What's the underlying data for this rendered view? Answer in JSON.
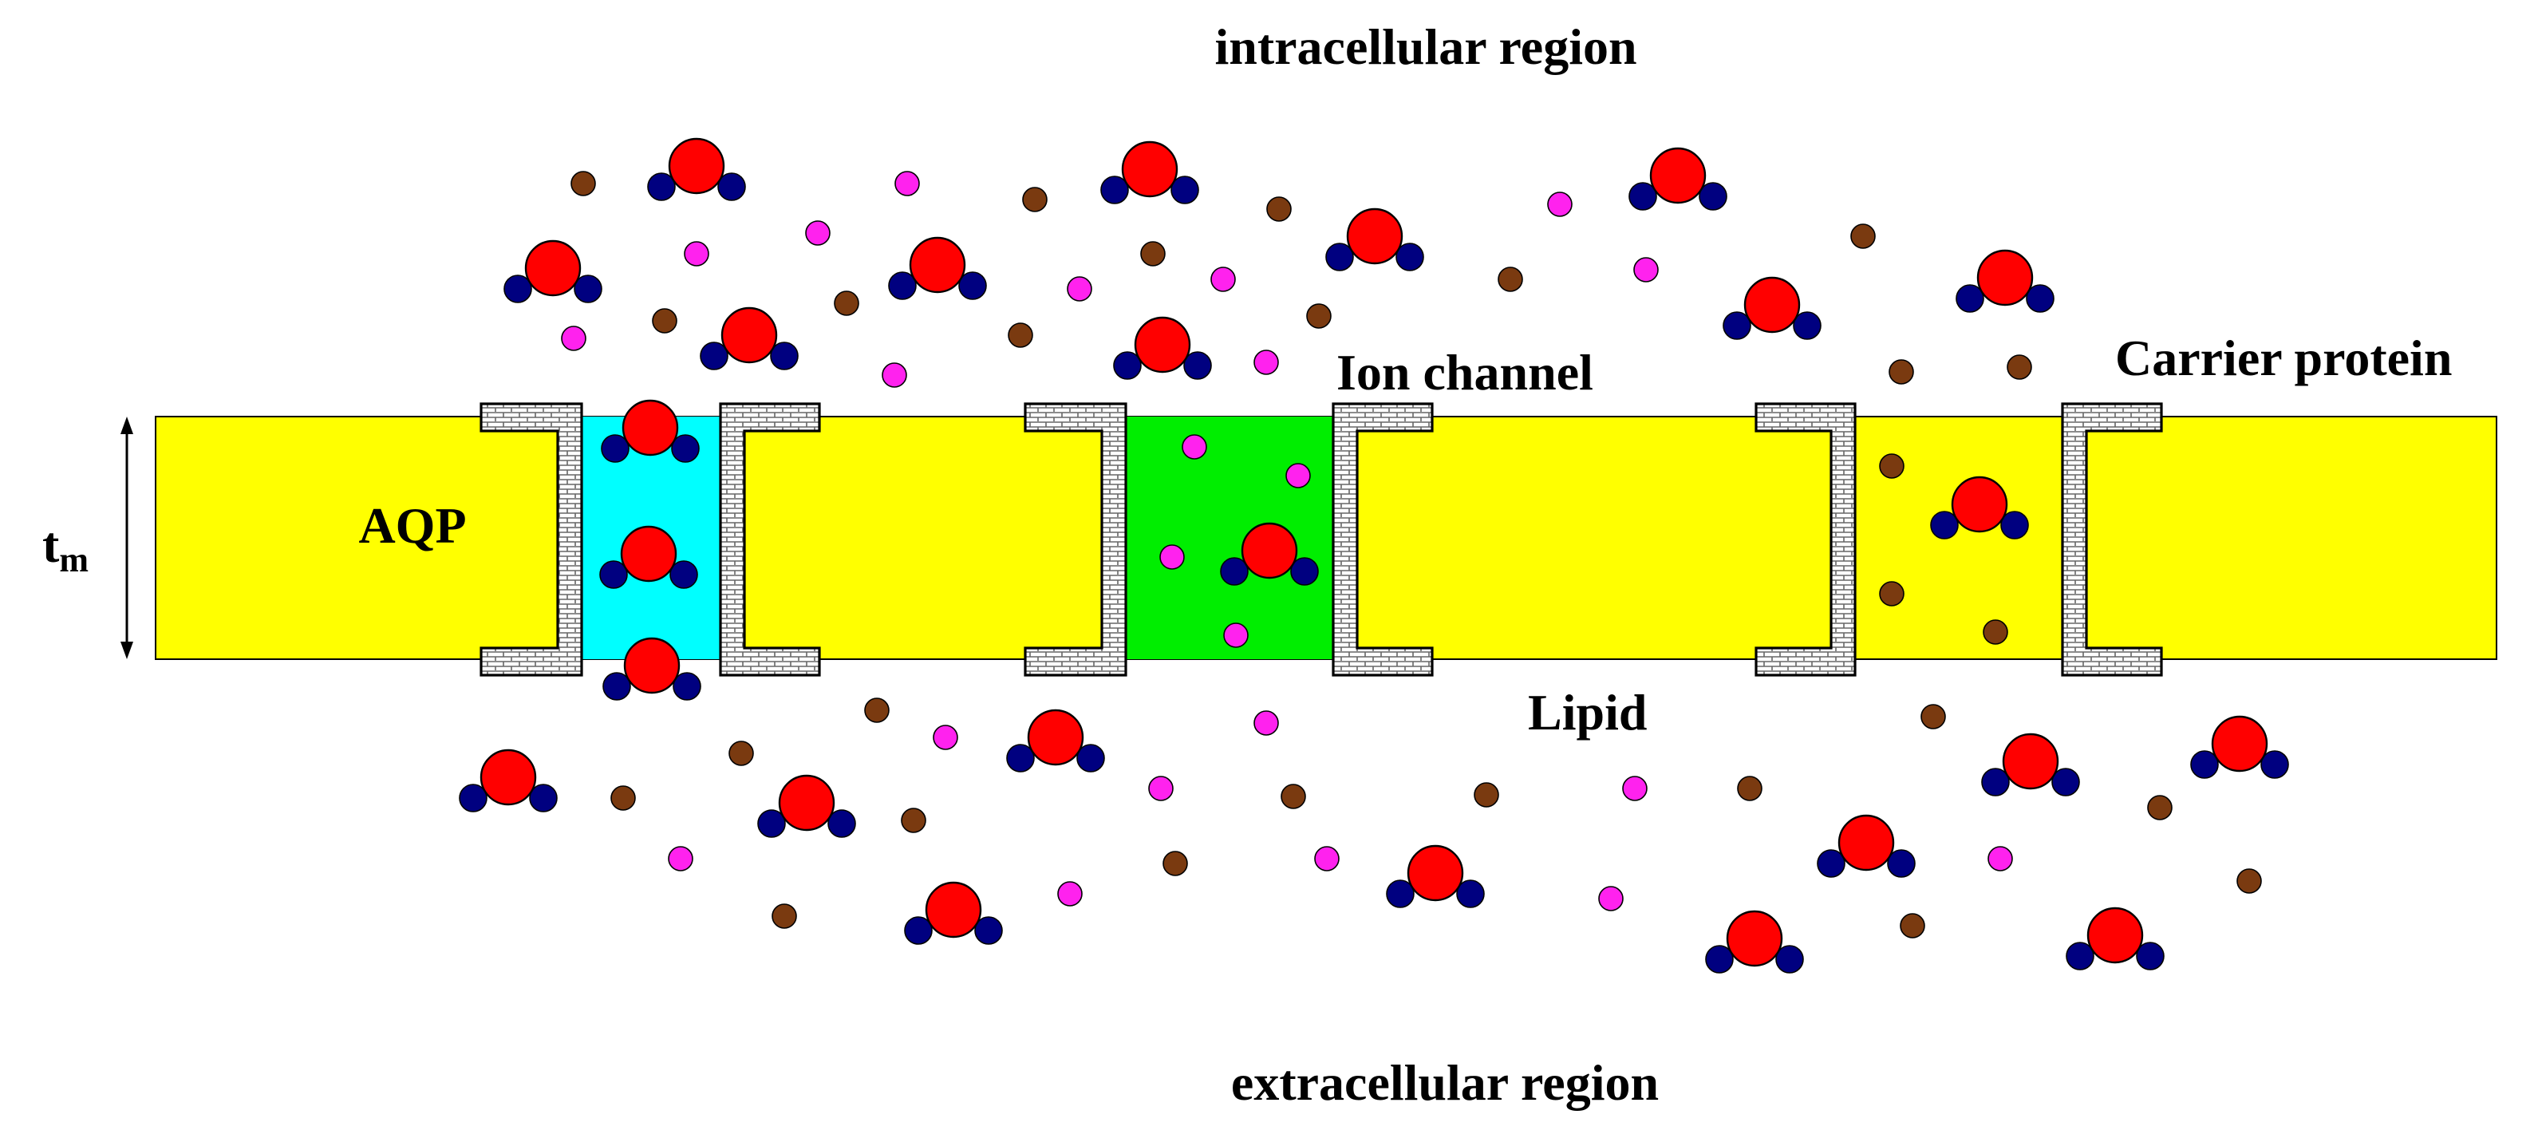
{
  "labels": {
    "top_region": "intracellular region",
    "bottom_region": "extracellular region",
    "aqp": "AQP",
    "ion_channel": "Ion channel",
    "carrier": "Carrier protein",
    "lipid": "Lipid",
    "thickness_main": "t",
    "thickness_sub": "m"
  },
  "colors": {
    "lipid": "#ffff00",
    "aqp_pore": "#00ffff",
    "ion_pore": "#00ee00",
    "oxygen": "#ff0000",
    "hydrogen": "#000080",
    "ion_magenta": "#ff22ee",
    "ion_brown": "#7a3a10"
  }
}
